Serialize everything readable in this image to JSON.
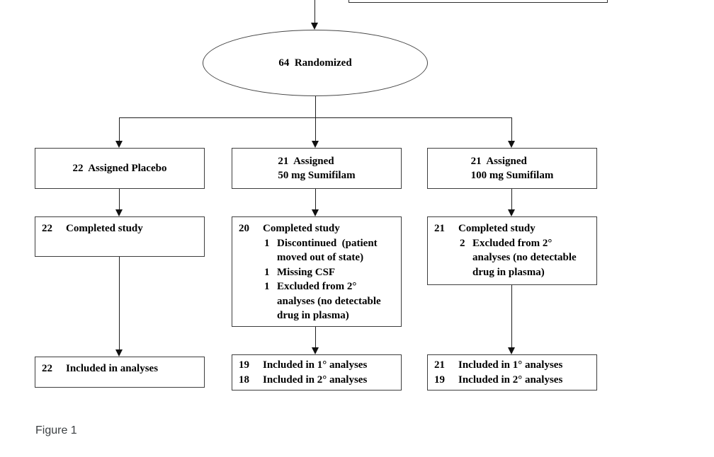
{
  "figure_label": "Figure 1",
  "colors": {
    "background": "#ffffff",
    "connector_line": "#1f1f1f",
    "box_border": "#3d3d3d",
    "text": "#000000",
    "figure_label_color": "#3c4043"
  },
  "flow": {
    "randomized": {
      "line": "64  Randomized"
    },
    "col_placebo": {
      "assigned": {
        "line1": "22  Assigned Placebo"
      },
      "completed": {
        "lines": [
          {
            "n": "22",
            "t": "Completed study"
          }
        ]
      },
      "included": {
        "lines": [
          {
            "n": "22",
            "t": "Included in analyses"
          }
        ]
      }
    },
    "col_50mg": {
      "assigned": {
        "line1": "21  Assigned",
        "line2": "50 mg Sumifilam"
      },
      "completed": {
        "lines": [
          {
            "n": "20",
            "t": "Completed study"
          },
          {
            "n": "1",
            "t": "Discontinued  (patient"
          },
          {
            "n": "",
            "t": "moved out of state)"
          },
          {
            "n": "1",
            "t": "Missing CSF"
          },
          {
            "n": "1",
            "t": "Excluded from 2°"
          },
          {
            "n": "",
            "t": "analyses (no detectable"
          },
          {
            "n": "",
            "t": "drug in plasma)"
          }
        ]
      },
      "included": {
        "lines": [
          {
            "n": "19",
            "t": "Included in 1° analyses"
          },
          {
            "n": "18",
            "t": "Included in 2° analyses"
          }
        ]
      }
    },
    "col_100mg": {
      "assigned": {
        "line1": "21  Assigned",
        "line2": "100 mg Sumifilam"
      },
      "completed": {
        "lines": [
          {
            "n": "21",
            "t": "Completed study"
          },
          {
            "n": "2",
            "t": "Excluded from 2°"
          },
          {
            "n": "",
            "t": "analyses (no detectable"
          },
          {
            "n": "",
            "t": "drug in plasma)"
          }
        ]
      },
      "included": {
        "lines": [
          {
            "n": "21",
            "t": "Included in 1° analyses"
          },
          {
            "n": "19",
            "t": "Included in 2° analyses"
          }
        ]
      }
    }
  }
}
